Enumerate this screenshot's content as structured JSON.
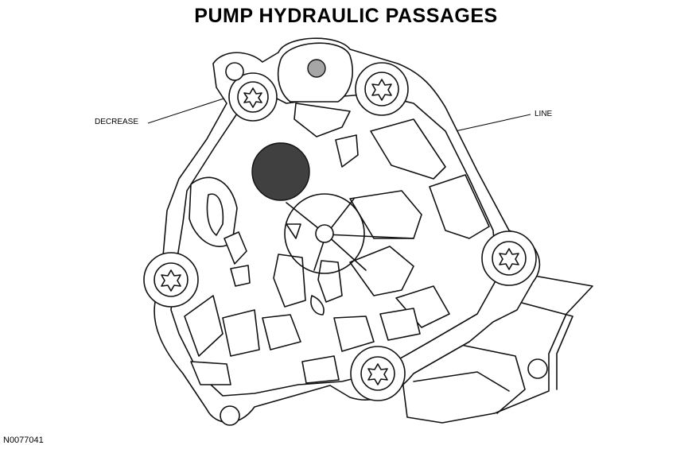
{
  "diagram": {
    "title": "PUMP HYDRAULIC PASSAGES",
    "callouts": {
      "decrease": "DECREASE",
      "line": "LINE"
    },
    "figure_code": "N0077041",
    "colors": {
      "decrease_passage": "#a6a6a6",
      "line_passage": "#404040",
      "outline": "#111111"
    }
  }
}
